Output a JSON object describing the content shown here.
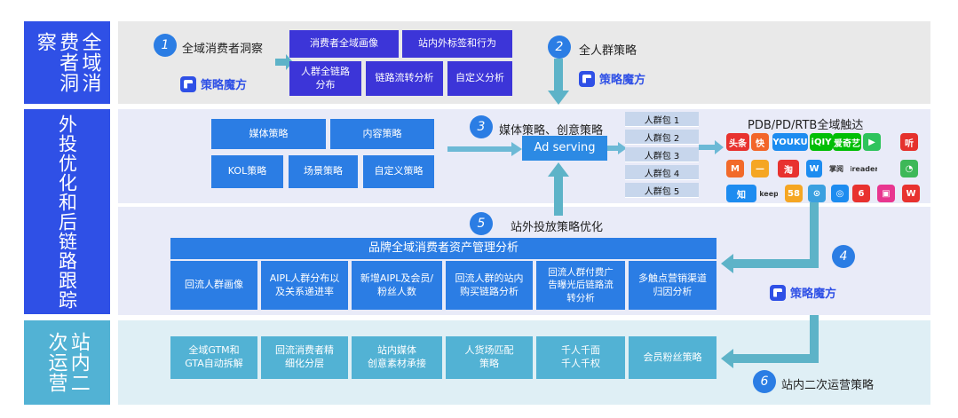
{
  "sidebar": [
    {
      "label": "全域消\n费者洞\n察"
    },
    {
      "label": "外投优化和后链路跟踪"
    },
    {
      "label": "站内二\n次运营"
    }
  ],
  "brand": {
    "logo_text": "策略魔方",
    "primary": "#2f50e6"
  },
  "steps": [
    {
      "num": "1",
      "label": "全域消费者洞察"
    },
    {
      "num": "2",
      "label": "全人群策略"
    },
    {
      "num": "3",
      "label": "媒体策略、创意策略"
    },
    {
      "num": "4",
      "label": ""
    },
    {
      "num": "5",
      "label": "站外投放策略优化"
    },
    {
      "num": "6",
      "label": "站内二次运营策略"
    }
  ],
  "insight_boxes": [
    "消费者全域画像",
    "站内外标签和行为",
    "人群全链路\n分布",
    "链路流转分析",
    "自定义分析"
  ],
  "strategy_boxes": [
    "媒体策略",
    "内容策略",
    "KOL策略",
    "场景策略",
    "自定义策略"
  ],
  "ad_serving": "Ad serving",
  "packages": [
    "人群包 1",
    "人群包 2",
    "人群包 3",
    "人群包 4",
    "人群包 5"
  ],
  "media_title": "PDB/PD/RTB全域触达",
  "media_apps": [
    {
      "name": "头条",
      "color": "#e8322f"
    },
    {
      "name": "快",
      "color": "#f2662a"
    },
    {
      "name": "YOUKU",
      "color": "#1d8cf0"
    },
    {
      "name": "iQIY",
      "color": "#00be06"
    },
    {
      "name": "爱奇艺",
      "color": "#00be06"
    },
    {
      "name": "▶",
      "color": "#2ec35c"
    },
    {
      "name": "听",
      "color": "#e5322d"
    },
    {
      "name": "M",
      "color": "#f26a2a"
    },
    {
      "name": "—",
      "color": "#f5a623"
    },
    {
      "name": "淘",
      "color": "#e8322f"
    },
    {
      "name": "W",
      "color": "#1d8cf0"
    },
    {
      "name": "掌阅",
      "color": "#333333"
    },
    {
      "name": "ireader",
      "color": "#333333"
    },
    {
      "name": "◔",
      "color": "#3db858"
    },
    {
      "name": "知",
      "color": "#1d8cf0"
    },
    {
      "name": "keep",
      "color": "#333333"
    },
    {
      "name": "58",
      "color": "#f5a623"
    },
    {
      "name": "⊙",
      "color": "#3aa0e0"
    },
    {
      "name": "◎",
      "color": "#1d8cf0"
    },
    {
      "name": "6",
      "color": "#e8322f"
    },
    {
      "name": "▣",
      "color": "#e8368f"
    },
    {
      "name": "W",
      "color": "#e8322f"
    },
    {
      "name": "▤",
      "color": "#3db858"
    }
  ],
  "analysis": {
    "title": "品牌全域消费者资产管理分析",
    "items": [
      "回流人群画像",
      "AIPL人群分布以\n及关系递进率",
      "新增AIPL及会员/\n粉丝人数",
      "回流人群的站内\n购买链路分析",
      "回流人群付费广\n告曝光后链路流\n转分析",
      "多触点营销渠道\n归因分析"
    ]
  },
  "operations": [
    "全域GTM和\nGTA自动拆解",
    "回流消费者精\n细化分层",
    "站内媒体\n创意素材承接",
    "人货场匹配\n策略",
    "千人千面\n千人千权",
    "会员粉丝策略"
  ]
}
